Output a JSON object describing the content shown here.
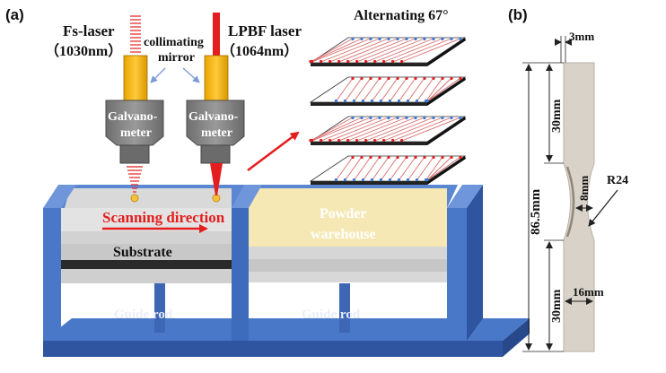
{
  "panel_a": {
    "label": "(a)",
    "fs_laser": {
      "name": "Fs-laser",
      "wavelength": "（1030nm）"
    },
    "lpbf_laser": {
      "name": "LPBF laser",
      "wavelength": "（1064nm）"
    },
    "collimating_mirror": {
      "line1": "collimating",
      "line2": "mirror"
    },
    "galvanometer": {
      "line1": "Galvano-",
      "line2": "meter"
    },
    "scanning_direction": "Scanning direction",
    "substrate": "Substrate",
    "powder_warehouse": {
      "line1": "Powder",
      "line2": "warehouse"
    },
    "guide_rod": "Guide rod",
    "alternating": "Alternating 67°",
    "colors": {
      "frame_blue": "#4a78c8",
      "frame_dark": "#2f55a0",
      "laser_red": "#e41e1e",
      "galvo_gray": "#7d7d7d",
      "laser_head_yellow": "#f4b400",
      "powder_yellow": "#f6e8b4"
    }
  },
  "panel_b": {
    "label": "(b)",
    "dim_top_width": "3mm",
    "dim_grip_top": "30mm",
    "dim_total": "86.5mm",
    "dim_gauge_width": "8mm",
    "dim_radius": "R24",
    "dim_grip_bottom": "30mm",
    "dim_grip_width": "16mm",
    "colors": {
      "specimen": "#d8d2c8",
      "specimen_edge": "#b9b2a6"
    }
  }
}
